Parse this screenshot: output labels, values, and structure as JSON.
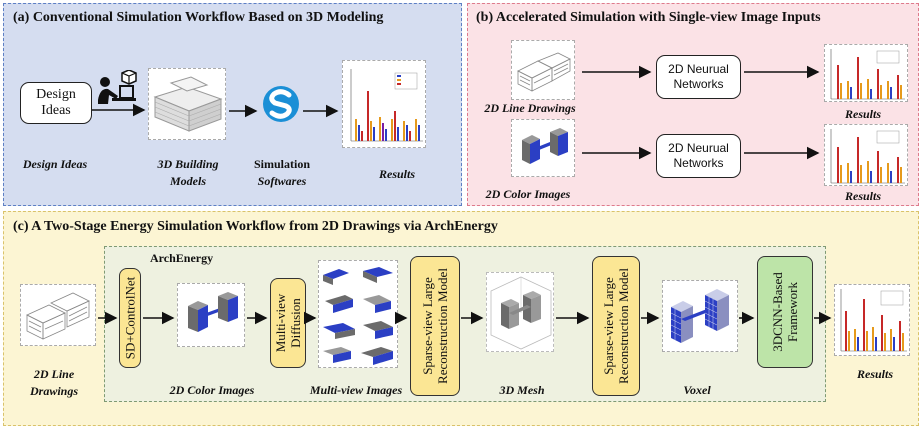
{
  "panel_a": {
    "title": "(a) Conventional Simulation Workflow Based on 3D Modeling",
    "design_box": "Design Ideas",
    "captions": {
      "design_ideas": "Design Ideas",
      "building_models": "3D Building Models",
      "simulation": "Simulation",
      "softwares": "Softwares",
      "results": "Results"
    }
  },
  "panel_b": {
    "title": "(b) Accelerated Simulation with Single-view Image Inputs",
    "nn_box_1": "2D Neurual Networks",
    "nn_box_2": "2D Neurual Networks",
    "captions": {
      "line_drawings": "2D Line Drawings",
      "color_images": "2D Color Images",
      "results_1": "Results",
      "results_2": "Results"
    }
  },
  "panel_c": {
    "title": "(c) A Two-Stage Energy Simulation Workflow from 2D Drawings via ArchEnergy",
    "archenergy_label": "ArchEnergy",
    "boxes": {
      "sd_controlnet": "SD+ControlNet",
      "multiview_diffusion_1": "Multi-view",
      "multiview_diffusion_2": "Diffusion",
      "lrm_1_line1": "Sparse-view Large",
      "lrm_1_line2": "Reconstruction Model",
      "lrm_2_line1": "Sparse-view Large",
      "lrm_2_line2": "Reconstruction Model",
      "cnn_line1": "3DCNN-Based",
      "cnn_line2": "Framework"
    },
    "captions": {
      "line_drawings_1": "2D Line",
      "line_drawings_2": "Drawings",
      "color_images": "2D Color Images",
      "multiview_images": "Multi-view Images",
      "mesh": "3D Mesh",
      "voxel": "Voxel",
      "results": "Results"
    }
  },
  "colors": {
    "panel_a_bg": "#d5ddf0",
    "panel_b_bg": "#fbe2e6",
    "panel_c_bg": "#fcf5d3",
    "model_box": "#fbe694",
    "cnn_box": "#bde4a8",
    "building_blue": "#2b3fc4",
    "building_gray": "#6b6b6b"
  }
}
